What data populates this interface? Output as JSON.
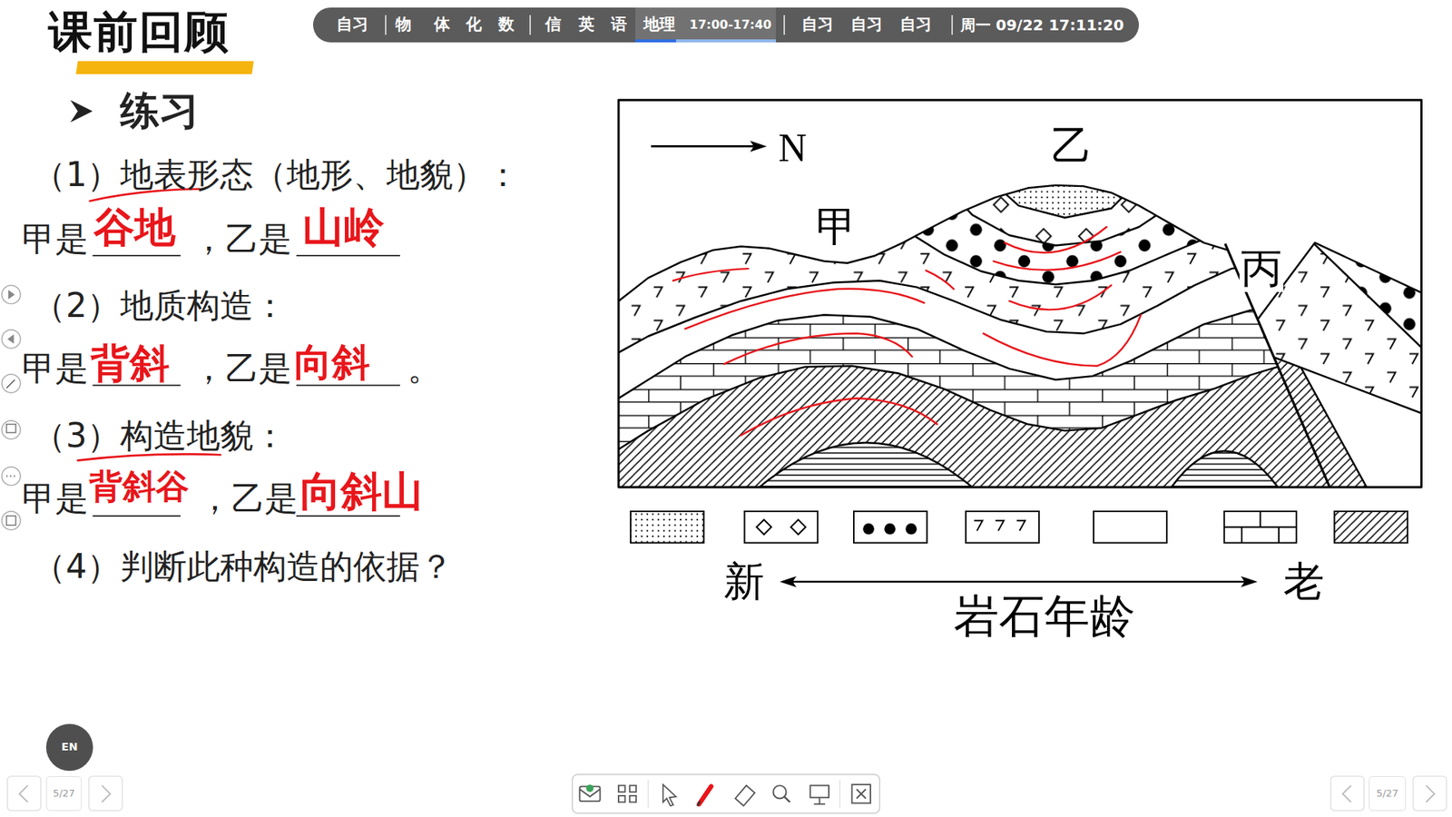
{
  "diagram": {
    "title": "课前回顾",
    "nodes": [
      {
        "text": [
          "自习",
          "物",
          "体",
          "化",
          "数",
          "信",
          "英",
          "语",
          "地理",
          "17:00-17:40",
          "自习",
          "自习",
          "自习",
          "周一 09/22 17:11:20"
        ]
      },
      {
        "text": [
          "EN"
        ]
      },
      {
        "text": [
          "5/27"
        ]
      },
      {
        "text": [
          "5/27"
        ]
      }
    ],
    "labels": [
      "练习",
      "（1）地表形态（地形、地貌）：",
      "甲是",
      "谷地",
      "，乙是",
      "山岭",
      "（2）地质构造：",
      "甲是",
      "背斜",
      "，乙是",
      "向斜",
      "。",
      "（3）构造地貌：",
      "甲是",
      "背斜谷",
      "，乙是",
      "向斜山",
      "（4）判断此种构造的依据？",
      "N",
      "乙",
      "甲",
      "丙",
      "新",
      "老",
      "岩石年龄"
    ]
  }
}
